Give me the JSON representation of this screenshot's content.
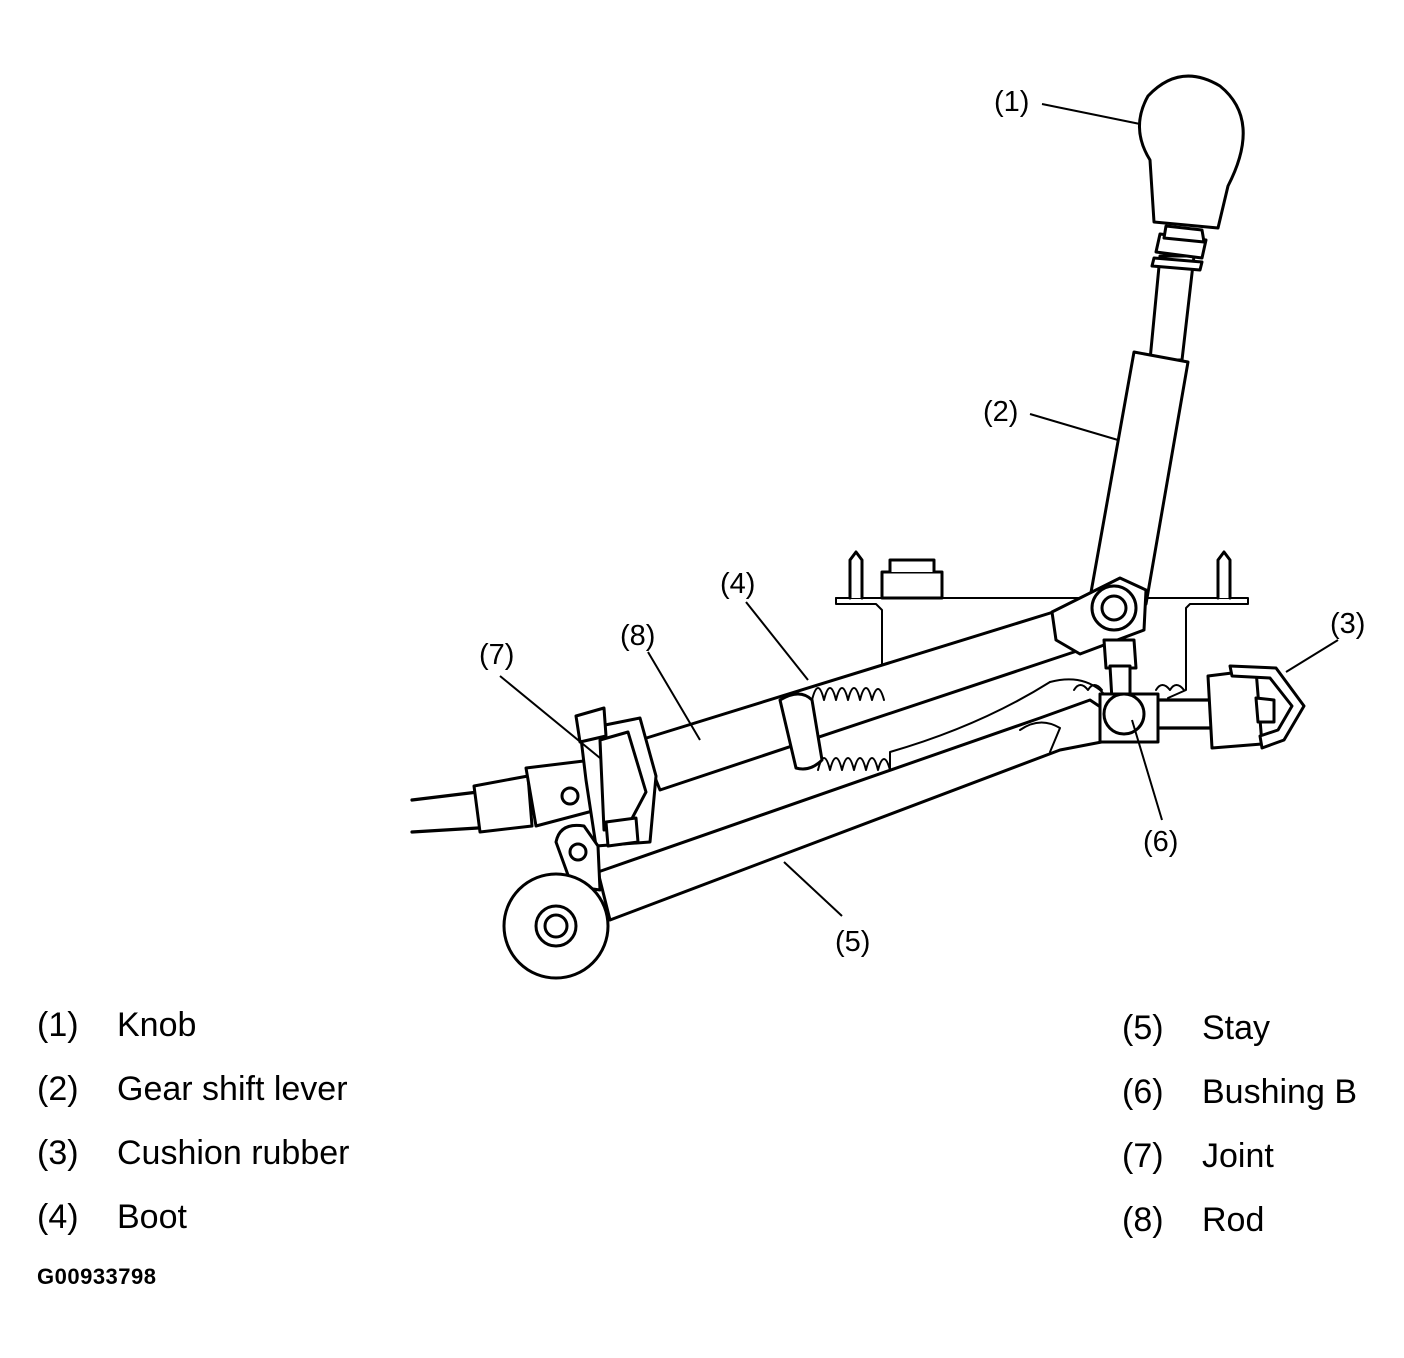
{
  "callouts": {
    "c1": "(1)",
    "c2": "(2)",
    "c3": "(3)",
    "c4": "(4)",
    "c5": "(5)",
    "c6": "(6)",
    "c7": "(7)",
    "c8": "(8)"
  },
  "legend": [
    {
      "num": "(1)",
      "label": "Knob"
    },
    {
      "num": "(2)",
      "label": "Gear shift lever"
    },
    {
      "num": "(3)",
      "label": "Cushion rubber"
    },
    {
      "num": "(4)",
      "label": "Boot"
    },
    {
      "num": "(5)",
      "label": "Stay"
    },
    {
      "num": "(6)",
      "label": "Bushing B"
    },
    {
      "num": "(7)",
      "label": "Joint"
    },
    {
      "num": "(8)",
      "label": "Rod"
    }
  ],
  "figure_id": "G00933798"
}
